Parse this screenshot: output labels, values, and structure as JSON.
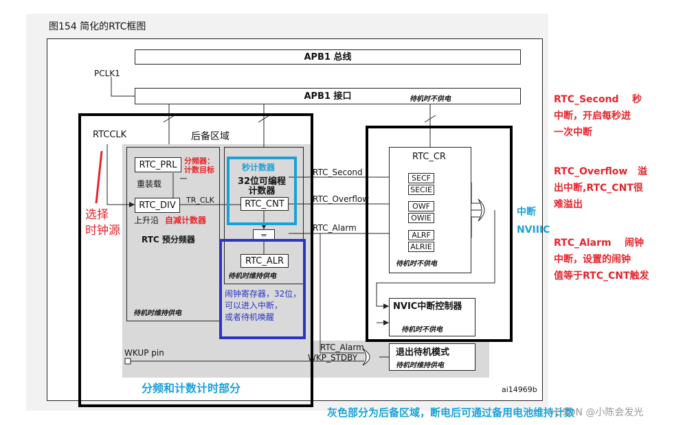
{
  "figure": {
    "title": "图154    简化的RTC框图",
    "id": "ai14969b"
  },
  "bus": {
    "apb1_bus": "APB1 总线",
    "apb1_if": "APB1 接口",
    "pclk": "PCLK1",
    "no_power": "待机时不供电"
  },
  "backup": {
    "label": "后备区域",
    "standby_power": "待机时维持供电"
  },
  "clock": {
    "rtcclk": "RTCCLK",
    "select_note": "选择\n时钟源"
  },
  "prescaler": {
    "prl": "RTC_PRL",
    "div": "RTC_DIV",
    "reload": "重装载",
    "rising": "上升沿",
    "self_dec": "自减计数器",
    "divider_note": "分频器：\n计数目标",
    "tr_clk": "TR_CLK",
    "name": "RTC 预分频器",
    "standby": "待机时维持供电"
  },
  "counter": {
    "sec_counter": "秒计数器",
    "prog": "32位可编程\n计数器",
    "cnt": "RTC_CNT",
    "eq": "=",
    "alr": "RTC_ALR",
    "standby": "待机时维持供电",
    "alarm_note": "闹钟寄存器，32位，\n可以进入中断，\n或者待机唤醒"
  },
  "signals": {
    "second": "RTC_Second",
    "overflow": "RTC_Overflow",
    "alarm": "RTC_Alarm",
    "alarm2": "RTC_Alarm",
    "wkp": "WKP_STDBY",
    "wkup_pin": "WKUP pin"
  },
  "cr": {
    "title": "RTC_CR",
    "bits": [
      "SECF",
      "SECIE",
      "OWF",
      "OWIE",
      "ALRF",
      "ALRIE"
    ],
    "no_power": "待机时不供电"
  },
  "nvic": {
    "label": "NVIC中断控制器",
    "no_power": "待机时不供电",
    "side": "中断\nNVIIIC"
  },
  "standby_exit": {
    "label": "退出待机模式",
    "power": "待机时维持供电"
  },
  "bottom": {
    "part": "分频和计数计时部分",
    "footnote": "灰色部分为后备区域，断电后可通过备用电池维持计数",
    "watermark": "CSDN @小陈会发光"
  },
  "notes": {
    "second": "RTC_Second    秒\n中断，开启每秒进\n一次中断",
    "overflow": "RTC_Overflow   溢\n出中断,RTC_CNT很\n难溢出",
    "alarm": "RTC_Alarm    闹钟\n中断，设置的闹钟\n值等于RTC_CNT触发"
  },
  "colors": {
    "red": "#e4242a",
    "cyan": "#1aa0d8",
    "blue": "#2a33c6",
    "gray": "#d9d9d9"
  }
}
